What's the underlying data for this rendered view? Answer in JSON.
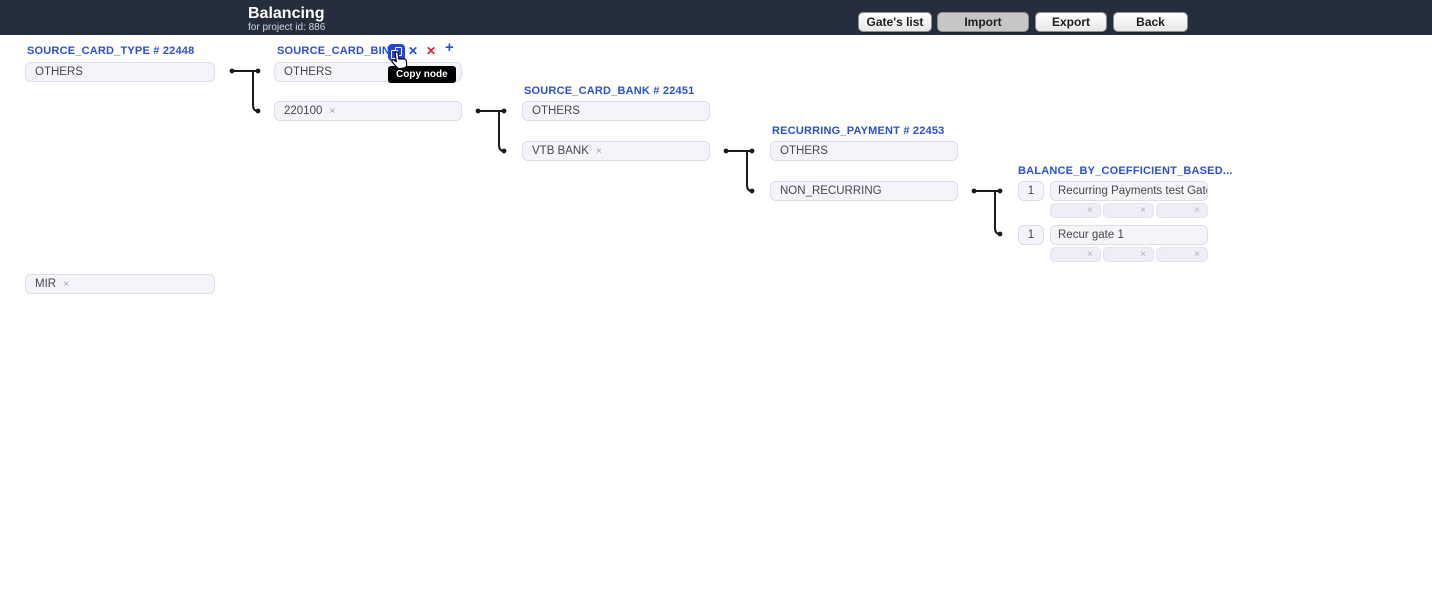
{
  "app": {
    "title": "Balancing",
    "subtitle": "for project id: 886"
  },
  "toolbar": {
    "gates_list_label": "Gate's list",
    "import_label": "Import",
    "export_label": "Export",
    "back_label": "Back"
  },
  "icons": {
    "remove": "×",
    "close": "✕",
    "delete": "✕",
    "add": "+"
  },
  "tooltip": {
    "copy_node": "Copy node"
  },
  "nodes": [
    {
      "title": "SOURCE_CARD_TYPE # 22448",
      "options": [
        {
          "label": "OTHERS",
          "removable": false
        },
        {
          "label": "MIR",
          "removable": true
        }
      ]
    },
    {
      "title": "SOURCE_CARD_BIN ...",
      "options": [
        {
          "label": "OTHERS",
          "removable": false
        },
        {
          "label": "220100",
          "removable": true
        }
      ]
    },
    {
      "title": "SOURCE_CARD_BANK # 22451",
      "options": [
        {
          "label": "OTHERS",
          "removable": false
        },
        {
          "label": "VTB BANK",
          "removable": true
        }
      ]
    },
    {
      "title": "RECURRING_PAYMENT # 22453",
      "options": [
        {
          "label": "OTHERS",
          "removable": false
        },
        {
          "label": "NON_RECURRING",
          "removable": false
        }
      ]
    },
    {
      "title": "BALANCE_BY_COEFFICIENT_BASED...",
      "gates": [
        {
          "coefficient": "1",
          "name": "Recurring Payments test Gate"
        },
        {
          "coefficient": "1",
          "name": "Recur gate 1"
        }
      ]
    }
  ],
  "colors": {
    "accent_blue": "#2b4fd4",
    "danger_red": "#dc2130",
    "header_bg": "#252e3c",
    "box_bg": "#f4f4fa",
    "box_border": "#dddde9",
    "connector": "#1a1a1a"
  }
}
